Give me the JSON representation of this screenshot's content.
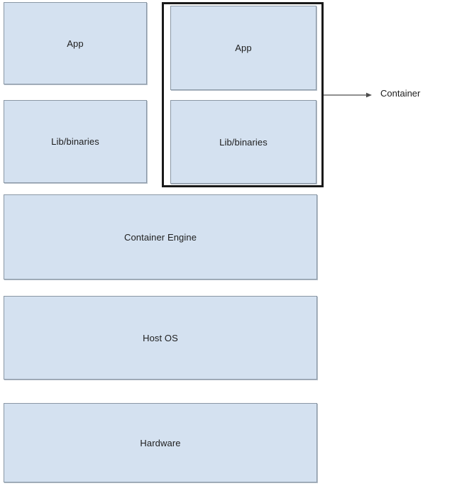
{
  "diagram": {
    "type": "container-architecture-stack",
    "colors": {
      "box_fill": "#d4e1f0",
      "box_border": "#8a97a5",
      "container_border": "#1a1a1a",
      "text": "#1d1d1d",
      "connector": "#4d4d4d",
      "background": "#ffffff"
    },
    "left_column": [
      {
        "label": "App"
      },
      {
        "label": "Lib/binaries"
      }
    ],
    "container": {
      "caption": "Container",
      "items": [
        {
          "label": "App"
        },
        {
          "label": "Lib/binaries"
        }
      ]
    },
    "stack": [
      {
        "label": "Container Engine"
      },
      {
        "label": "Host OS"
      },
      {
        "label": "Hardware"
      }
    ]
  }
}
